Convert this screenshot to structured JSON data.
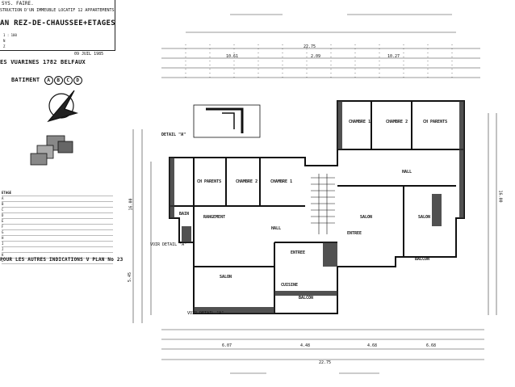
{
  "header": {
    "line1": "SYS. FAIRE.",
    "line2": "STRUCTION D'UN IMMEUBLE LOCATIF 12 APPARTEMENTS",
    "plan_title": "AN REZ-DE-CHAUSSEE+ETAGES",
    "meta_rows": [
      "1 : 100",
      "N",
      "Z"
    ],
    "date_stamp": "09 JUIL 1985",
    "address": "ES VUARINES  1782 BELFAUX"
  },
  "batiment": {
    "label": "BATIMENT",
    "letters": [
      "A",
      "B",
      "C",
      "D"
    ]
  },
  "schedule": {
    "heading": "ETAGE",
    "rows": [
      "A",
      "B",
      "C",
      "D",
      "E",
      "F",
      "G",
      "H",
      "I",
      "J",
      "K",
      "L"
    ]
  },
  "note": "POUR LES AUTRES INDICATIONS V PLAN No 23",
  "dimensions": {
    "top_total": "22.75",
    "top_left": "10.61",
    "top_mid": "2.09",
    "top_right": "10.27",
    "bottom_total": "22.75",
    "bottom_a": "6.07",
    "bottom_b": "4.48",
    "bottom_c": "4.68",
    "bottom_d": "6.68",
    "left_a": "16.00",
    "left_b": "5.45",
    "right_a": "16.00"
  },
  "labels": {
    "detail_a": "DETAIL \"A\"",
    "voir_detail_top": "VOIR DETAIL \"A\"",
    "voir_detail_bottom": "VOIR DETAIL \"A\""
  },
  "rooms": {
    "ch_parents_left": "CH PARENTS",
    "chambre2_left": "CHAMBRE 2",
    "chambre1_left": "CHAMBRE 1",
    "chambre1_right": "CHAMBRE 1",
    "chambre2_right": "CHAMBRE 2",
    "ch_parents_right": "CH PARENTS",
    "bain_left": "BAIN",
    "rangement": "RANGEMENT",
    "hall_left": "HALL",
    "hall_right": "HALL",
    "salon_left": "SALON",
    "salon_center": "SALON",
    "salon_right": "SALON",
    "entree_left": "ENTREE",
    "entree_right": "ENTREE",
    "cuisine": "CUISINE",
    "balcon_right": "BALCON",
    "balcon_bottom": "BALCON"
  }
}
